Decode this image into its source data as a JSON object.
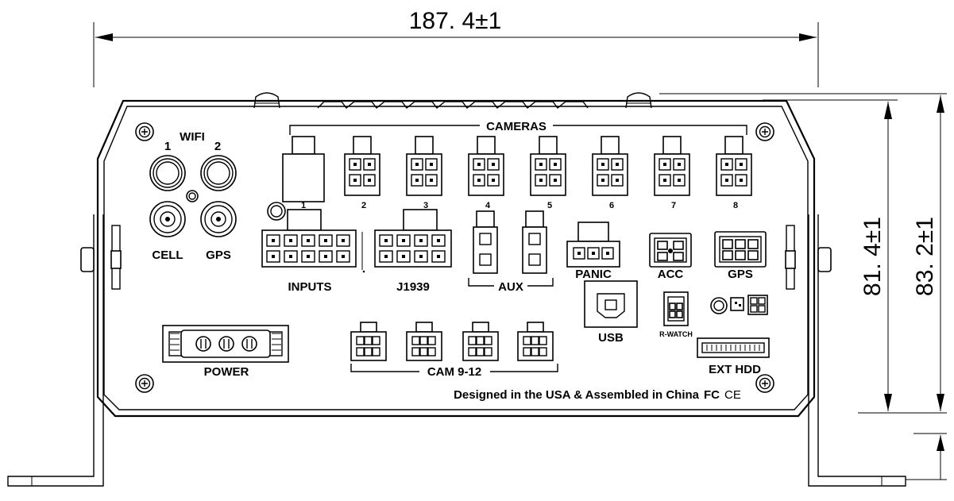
{
  "dimensions": {
    "width": "187. 4±1",
    "inner_height": "81. 4±1",
    "outer_height": "83. 2±1"
  },
  "labels": {
    "wifi": "WIFI",
    "wifi_1": "1",
    "wifi_2": "2",
    "cell": "CELL",
    "gps_antenna": "GPS",
    "cameras": "CAMERAS",
    "inputs": "INPUTS",
    "j1939": "J1939",
    "aux": "AUX",
    "panic": "PANIC",
    "acc": "ACC",
    "gps_port": "GPS",
    "usb": "USB",
    "r_watch": "R-WATCH",
    "ext_hdd": "EXT HDD",
    "power": "POWER",
    "cam_9_12": "CAM 9-12",
    "footer": "Designed in the USA & Assembled in China",
    "fcc_mark": "FC",
    "ce_mark": "CE"
  },
  "camera_numbers": [
    "1",
    "2",
    "3",
    "4",
    "5",
    "6",
    "7",
    "8"
  ]
}
